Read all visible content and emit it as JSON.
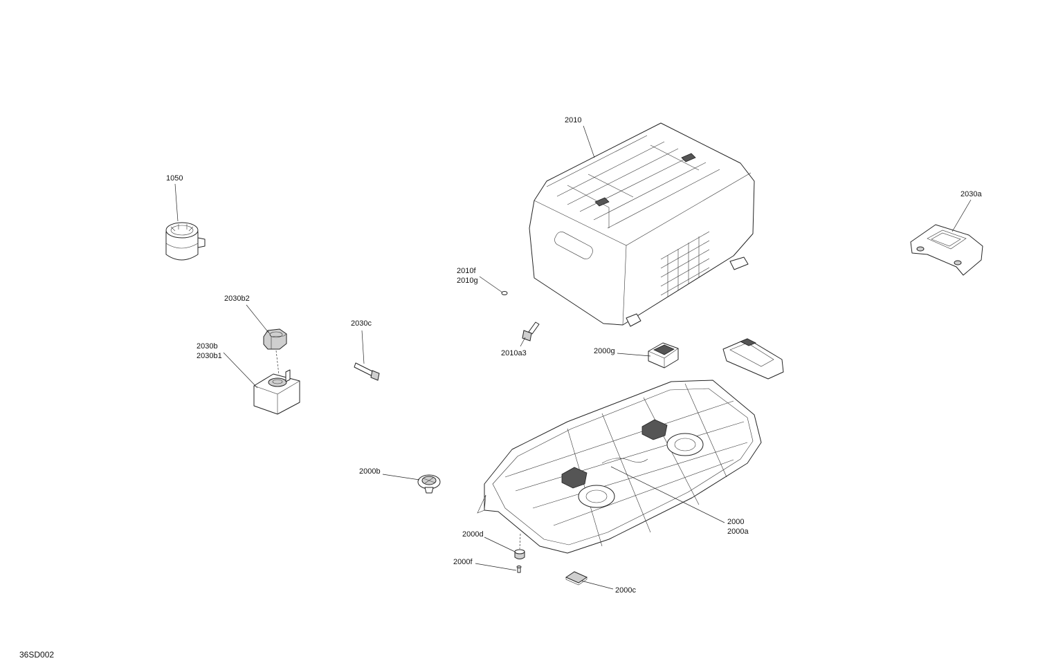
{
  "diagram_code": "36SD002",
  "callouts": [
    {
      "id": "2010",
      "lines": [
        "2010"
      ]
    },
    {
      "id": "1050",
      "lines": [
        "1050"
      ]
    },
    {
      "id": "2030a",
      "lines": [
        "2030a"
      ]
    },
    {
      "id": "2010f-g",
      "lines": [
        "2010f",
        "2010g"
      ]
    },
    {
      "id": "2030b2",
      "lines": [
        "2030b2"
      ]
    },
    {
      "id": "2030c",
      "lines": [
        "2030c"
      ]
    },
    {
      "id": "2030b",
      "lines": [
        "2030b",
        "2030b1"
      ]
    },
    {
      "id": "2010a3",
      "lines": [
        "2010a3"
      ]
    },
    {
      "id": "2000g",
      "lines": [
        "2000g"
      ]
    },
    {
      "id": "2000b",
      "lines": [
        "2000b"
      ]
    },
    {
      "id": "2000",
      "lines": [
        "2000",
        "2000a"
      ]
    },
    {
      "id": "2000d",
      "lines": [
        "2000d"
      ]
    },
    {
      "id": "2000f",
      "lines": [
        "2000f"
      ]
    },
    {
      "id": "2000c",
      "lines": [
        "2000c"
      ]
    }
  ]
}
